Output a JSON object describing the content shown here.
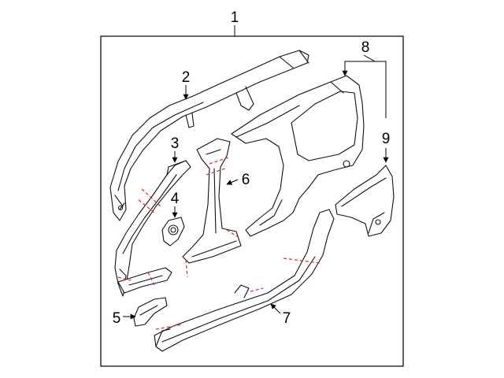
{
  "diagram": {
    "callouts": [
      {
        "id": "1",
        "label": "1"
      },
      {
        "id": "2",
        "label": "2"
      },
      {
        "id": "3",
        "label": "3"
      },
      {
        "id": "4",
        "label": "4"
      },
      {
        "id": "5",
        "label": "5"
      },
      {
        "id": "6",
        "label": "6"
      },
      {
        "id": "7",
        "label": "7"
      },
      {
        "id": "8",
        "label": "8"
      },
      {
        "id": "9",
        "label": "9"
      }
    ],
    "colors": {
      "line": "#111111",
      "cut_line": "#e0262b",
      "background": "#ffffff"
    }
  }
}
